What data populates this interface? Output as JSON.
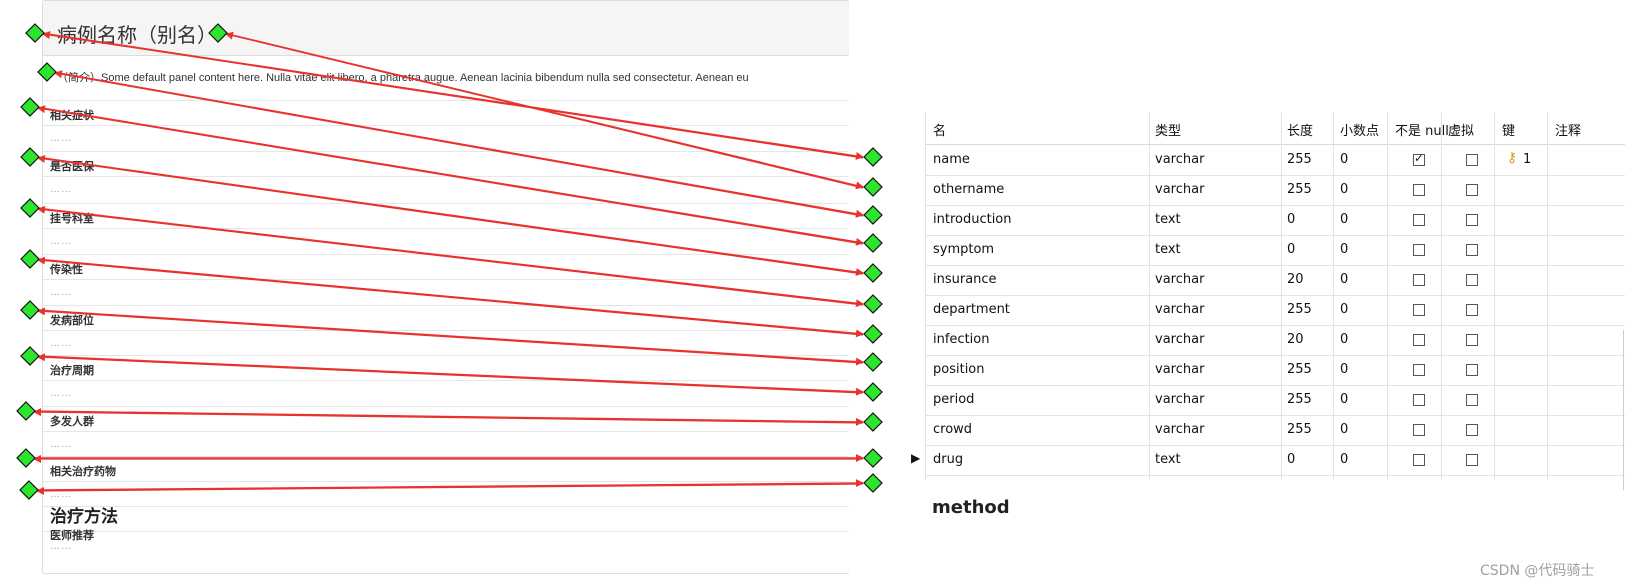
{
  "panel": {
    "title": "病例名称（别名）",
    "intro": "（简介）Some default panel content here. Nulla vitae elit libero, a pharetra augue. Aenean lacinia bibendum nulla sed consectetur. Aenean eu",
    "placeholder_dots": "……",
    "items": [
      {
        "label": "相关症状"
      },
      {
        "label": "是否医保"
      },
      {
        "label": "挂号科室"
      },
      {
        "label": "传染性"
      },
      {
        "label": "发病部位"
      },
      {
        "label": "治疗周期"
      },
      {
        "label": "多发人群"
      },
      {
        "label": "相关治疗药物"
      }
    ],
    "method_label": "治疗方法",
    "doctor_label": "医师推荐"
  },
  "table": {
    "headers": [
      "名",
      "类型",
      "长度",
      "小数点",
      "不是 null",
      "虚拟",
      "键",
      "注释"
    ],
    "rows": [
      {
        "name": "name",
        "type": "varchar",
        "length": "255",
        "decimals": "0",
        "not_null": true,
        "virtual": false,
        "key": "1"
      },
      {
        "name": "othername",
        "type": "varchar",
        "length": "255",
        "decimals": "0",
        "not_null": false,
        "virtual": false,
        "key": ""
      },
      {
        "name": "introduction",
        "type": "text",
        "length": "0",
        "decimals": "0",
        "not_null": false,
        "virtual": false,
        "key": ""
      },
      {
        "name": "symptom",
        "type": "text",
        "length": "0",
        "decimals": "0",
        "not_null": false,
        "virtual": false,
        "key": ""
      },
      {
        "name": "insurance",
        "type": "varchar",
        "length": "20",
        "decimals": "0",
        "not_null": false,
        "virtual": false,
        "key": ""
      },
      {
        "name": "department",
        "type": "varchar",
        "length": "255",
        "decimals": "0",
        "not_null": false,
        "virtual": false,
        "key": ""
      },
      {
        "name": "infection",
        "type": "varchar",
        "length": "20",
        "decimals": "0",
        "not_null": false,
        "virtual": false,
        "key": ""
      },
      {
        "name": "position",
        "type": "varchar",
        "length": "255",
        "decimals": "0",
        "not_null": false,
        "virtual": false,
        "key": ""
      },
      {
        "name": "period",
        "type": "varchar",
        "length": "255",
        "decimals": "0",
        "not_null": false,
        "virtual": false,
        "key": ""
      },
      {
        "name": "crowd",
        "type": "varchar",
        "length": "255",
        "decimals": "0",
        "not_null": false,
        "virtual": false,
        "key": ""
      },
      {
        "name": "drug",
        "type": "text",
        "length": "0",
        "decimals": "0",
        "not_null": false,
        "virtual": false,
        "key": ""
      }
    ],
    "extra_field": "method",
    "key_icon": "key-icon",
    "row_marker_icon": "triangle-right-icon"
  },
  "links": [
    {
      "from": "title",
      "to": "name"
    },
    {
      "from": "title-end",
      "to": "othername"
    },
    {
      "from": "intro",
      "to": "introduction"
    },
    {
      "from": "相关症状",
      "to": "symptom"
    },
    {
      "from": "是否医保",
      "to": "insurance"
    },
    {
      "from": "挂号科室",
      "to": "department"
    },
    {
      "from": "传染性",
      "to": "infection"
    },
    {
      "from": "发病部位",
      "to": "position"
    },
    {
      "from": "治疗周期",
      "to": "period"
    },
    {
      "from": "多发人群",
      "to": "crowd"
    },
    {
      "from": "相关治疗药物",
      "to": "drug"
    },
    {
      "from": "治疗方法",
      "to": "method"
    }
  ],
  "colors": {
    "arrow": "#e8322d",
    "marker_fill": "#2ee52e",
    "marker_stroke": "#111111",
    "key": "#d4a017"
  },
  "watermark": "CSDN @代码骑士"
}
